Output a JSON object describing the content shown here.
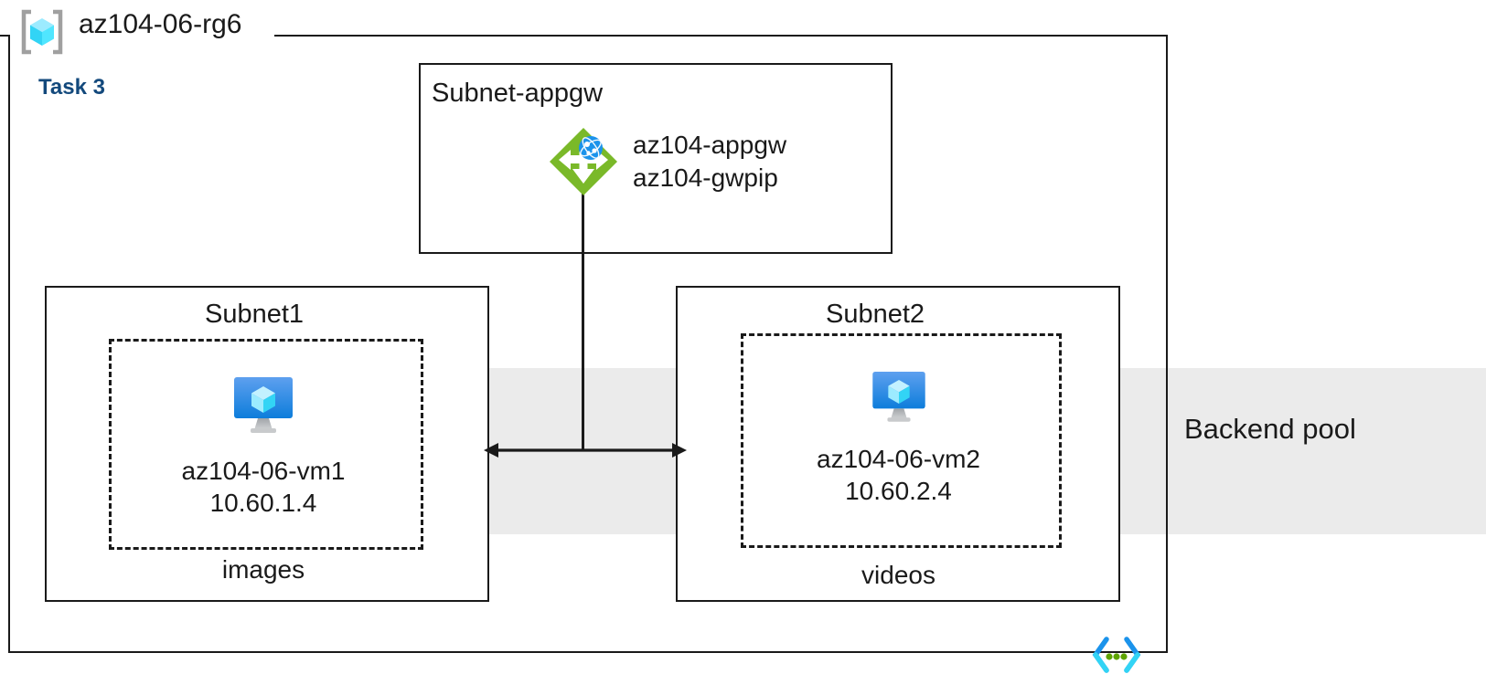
{
  "diagram": {
    "resource_group": {
      "name": "az104-06-rg6",
      "icon": "resource-group-icon"
    },
    "task_label": "Task 3",
    "backend_pool_label": "Backend pool",
    "dev_icon": "code-brackets-icon",
    "colors": {
      "task_blue": "#13497c",
      "band_gray": "#ebebeb",
      "stroke": "#1a1a1a",
      "appgw_green": "#7ab929",
      "vm_blue": "#1b93eb",
      "cube_cyan": "#50e6ff"
    },
    "subnets": [
      {
        "id": "appgw",
        "title": "Subnet-appgw",
        "resource": {
          "icon": "application-gateway-icon",
          "lines": [
            "az104-appgw",
            "az104-gwpip"
          ]
        }
      },
      {
        "id": "subnet1",
        "title": "Subnet1",
        "inner_label": "images",
        "vm": {
          "icon": "virtual-machine-icon",
          "name": "az104-06-vm1",
          "ip": "10.60.1.4"
        }
      },
      {
        "id": "subnet2",
        "title": "Subnet2",
        "inner_label": "videos",
        "vm": {
          "icon": "virtual-machine-icon",
          "name": "az104-06-vm2",
          "ip": "10.60.2.4"
        }
      }
    ]
  }
}
